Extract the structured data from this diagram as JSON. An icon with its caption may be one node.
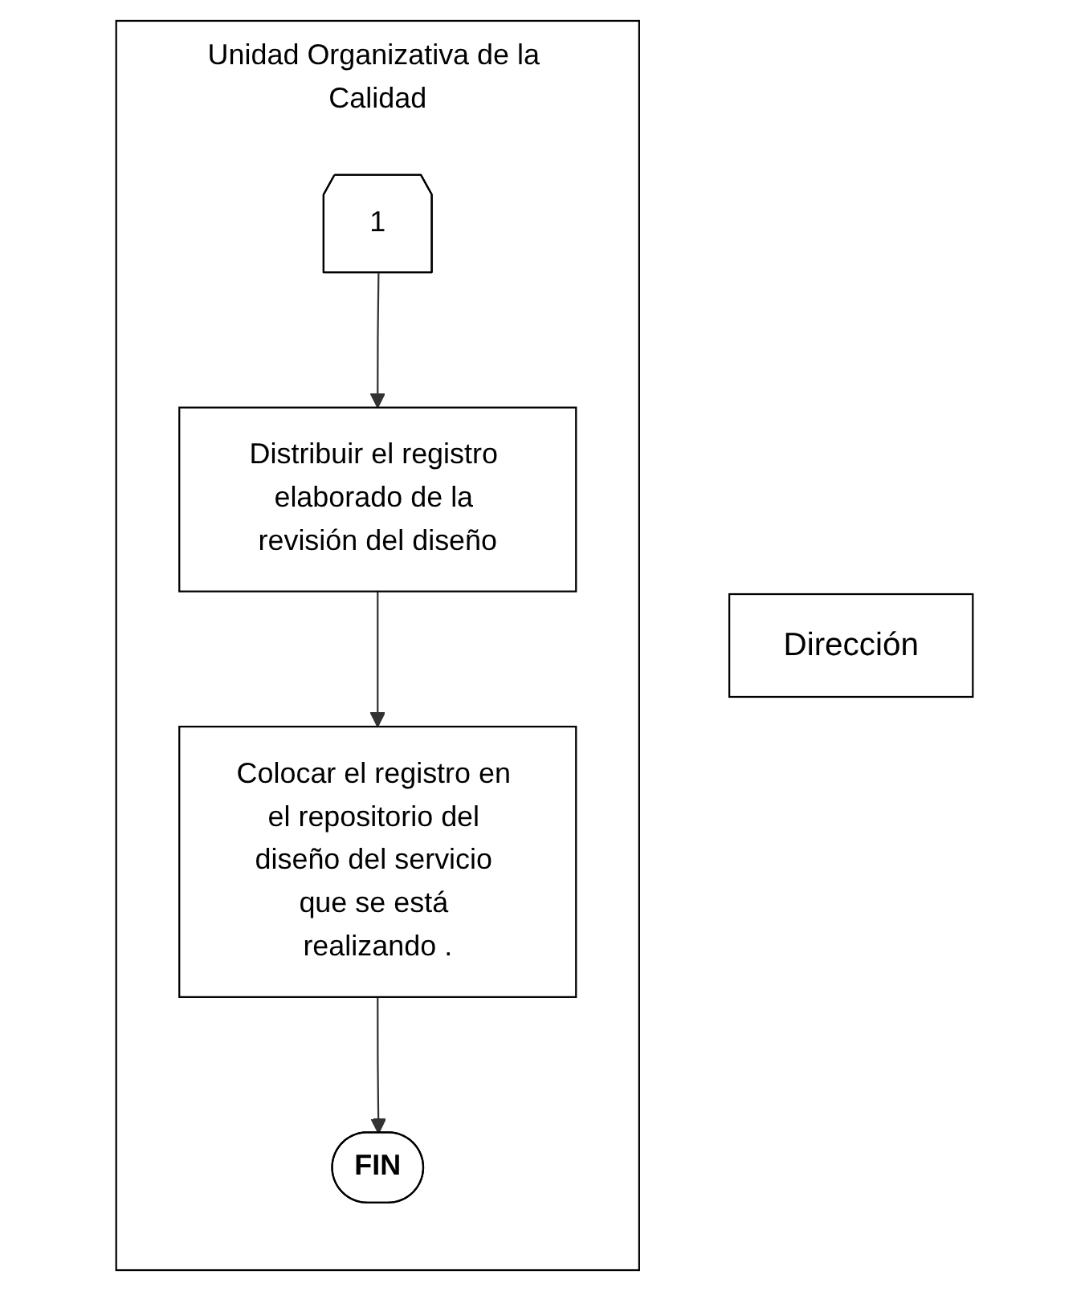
{
  "diagram": {
    "nodes": [
      {
        "text": [
          "Unidad Organizativa de la Calidad"
        ]
      },
      {
        "text": [
          "Dirección"
        ]
      },
      {
        "text": [
          "1"
        ],
        "in": 0
      },
      {
        "text": [
          "Distribuir el registro elaborado de la revisión del diseño"
        ],
        "in": 0
      },
      {
        "text": [
          "Colocar el registro en el repositorio del diseño del servicio que se está realizando ."
        ],
        "in": 0
      },
      {
        "text": [
          "FIN"
        ],
        "in": 0
      }
    ],
    "edges": [
      {
        "from": 2,
        "to": 3,
        "arrow": "to"
      },
      {
        "from": 3,
        "to": 4,
        "arrow": "to"
      },
      {
        "from": 4,
        "to": 5,
        "arrow": "to"
      }
    ]
  }
}
